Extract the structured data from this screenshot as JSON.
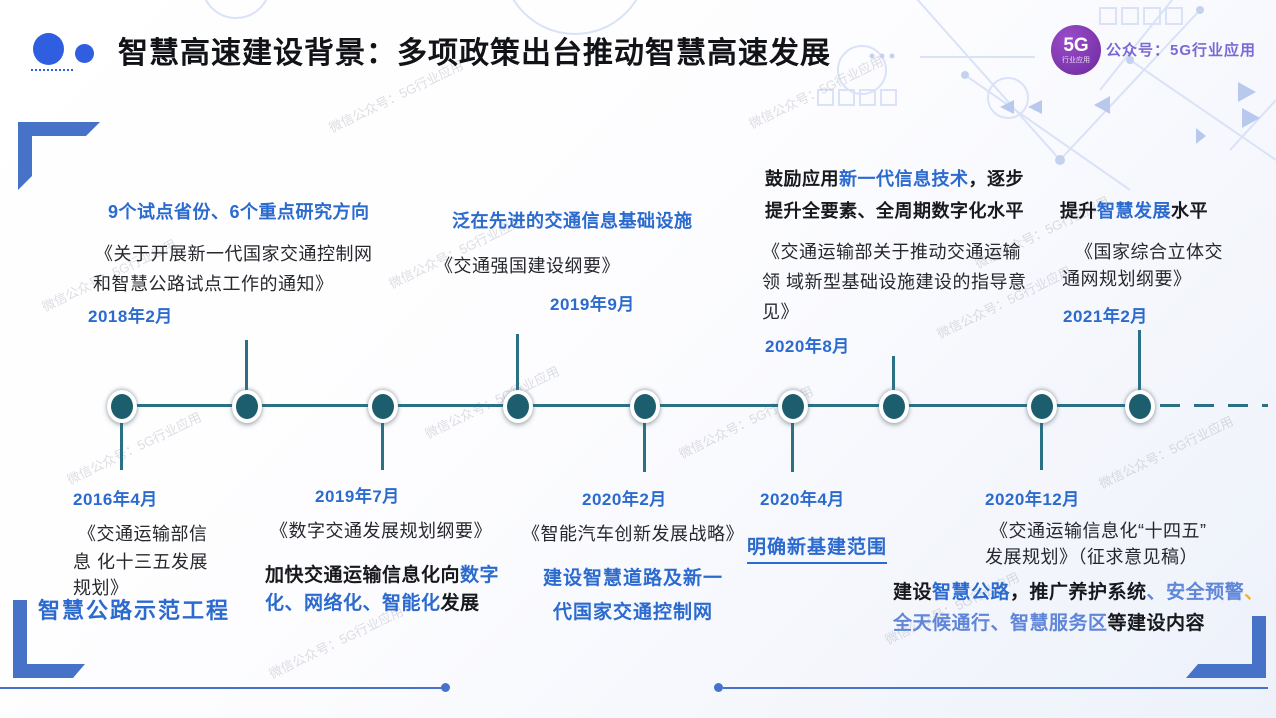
{
  "slide": {
    "title": "智慧高速建设背景：多项政策出台推动智慧高速发展",
    "badge": {
      "main": "5G",
      "sub": "行业应用"
    },
    "account_label": "公众号：5G行业应用",
    "watermark": "微信公众号：5G行业应用"
  },
  "events_top": [
    {
      "headline": "9个试点省份、6个重点研究方向",
      "doc1": "《关于开展新一代国家交通控制网",
      "doc2": "和智慧公路试点工作的通知》",
      "date": "2018年2月"
    },
    {
      "headline": "泛在先进的交通信息基础设施",
      "doc1": "《交通强国建设纲要》",
      "date": "2019年9月"
    },
    {
      "headline_rich1": [
        {
          "t": "鼓励应用",
          "c": "dark"
        },
        {
          "t": "新一代信息技术",
          "c": "blue"
        },
        {
          "t": "，逐步",
          "c": "dark"
        }
      ],
      "headline2": "提升全要素、全周期数字化水平",
      "doc1": "《交通运输部关于推动交通运输",
      "doc2": "领 域新型基础设施建设的指导意",
      "doc3": "见》",
      "date": "2020年8月"
    },
    {
      "headline_rich1": [
        {
          "t": "提升",
          "c": "dark"
        },
        {
          "t": "智慧发展",
          "c": "blue"
        },
        {
          "t": "水平",
          "c": "dark"
        }
      ],
      "doc1": "《国家综合立体交",
      "doc2": "通网规划纲要》",
      "date": "2021年2月"
    }
  ],
  "events_bottom": [
    {
      "date": "2016年4月",
      "doc1": "《交通运输部信",
      "doc2": "息 化十三五发展",
      "doc3": "规划》",
      "highlight": "智慧公路示范工程"
    },
    {
      "date": "2019年7月",
      "doc1": "《数字交通发展规划纲要》",
      "note_rich1": [
        {
          "t": "加快交通运输信息化向",
          "c": "dark"
        },
        {
          "t": "数字",
          "c": "blue"
        }
      ],
      "note_rich2": [
        {
          "t": "化、网络化、智能化",
          "c": "blue"
        },
        {
          "t": "发展",
          "c": "dark"
        }
      ]
    },
    {
      "date": "2020年2月",
      "doc1": "《智能汽车创新发展战略》",
      "highlight1": "建设智慧道路及新一",
      "highlight2": "代国家交通控制网"
    },
    {
      "date": "2020年4月",
      "highlight": "明确新基建范围"
    },
    {
      "date": "2020年12月",
      "doc1": "《交通运输信息化“十四五”",
      "doc2": "发展规划》（征求意见稿）",
      "note_rich1": [
        {
          "t": "建设",
          "c": "dark"
        },
        {
          "t": "智慧公路",
          "c": "blue"
        },
        {
          "t": "，推广养护系统",
          "c": "dark"
        },
        {
          "t": "、",
          "c": "blue2"
        },
        {
          "t": "安全预警",
          "c": "blue2"
        },
        {
          "t": "、",
          "c": "yellow"
        }
      ],
      "note_rich2": [
        {
          "t": "全天候通行、智慧服务区",
          "c": "blue2"
        },
        {
          "t": "等建设内容",
          "c": "dark"
        }
      ]
    }
  ]
}
